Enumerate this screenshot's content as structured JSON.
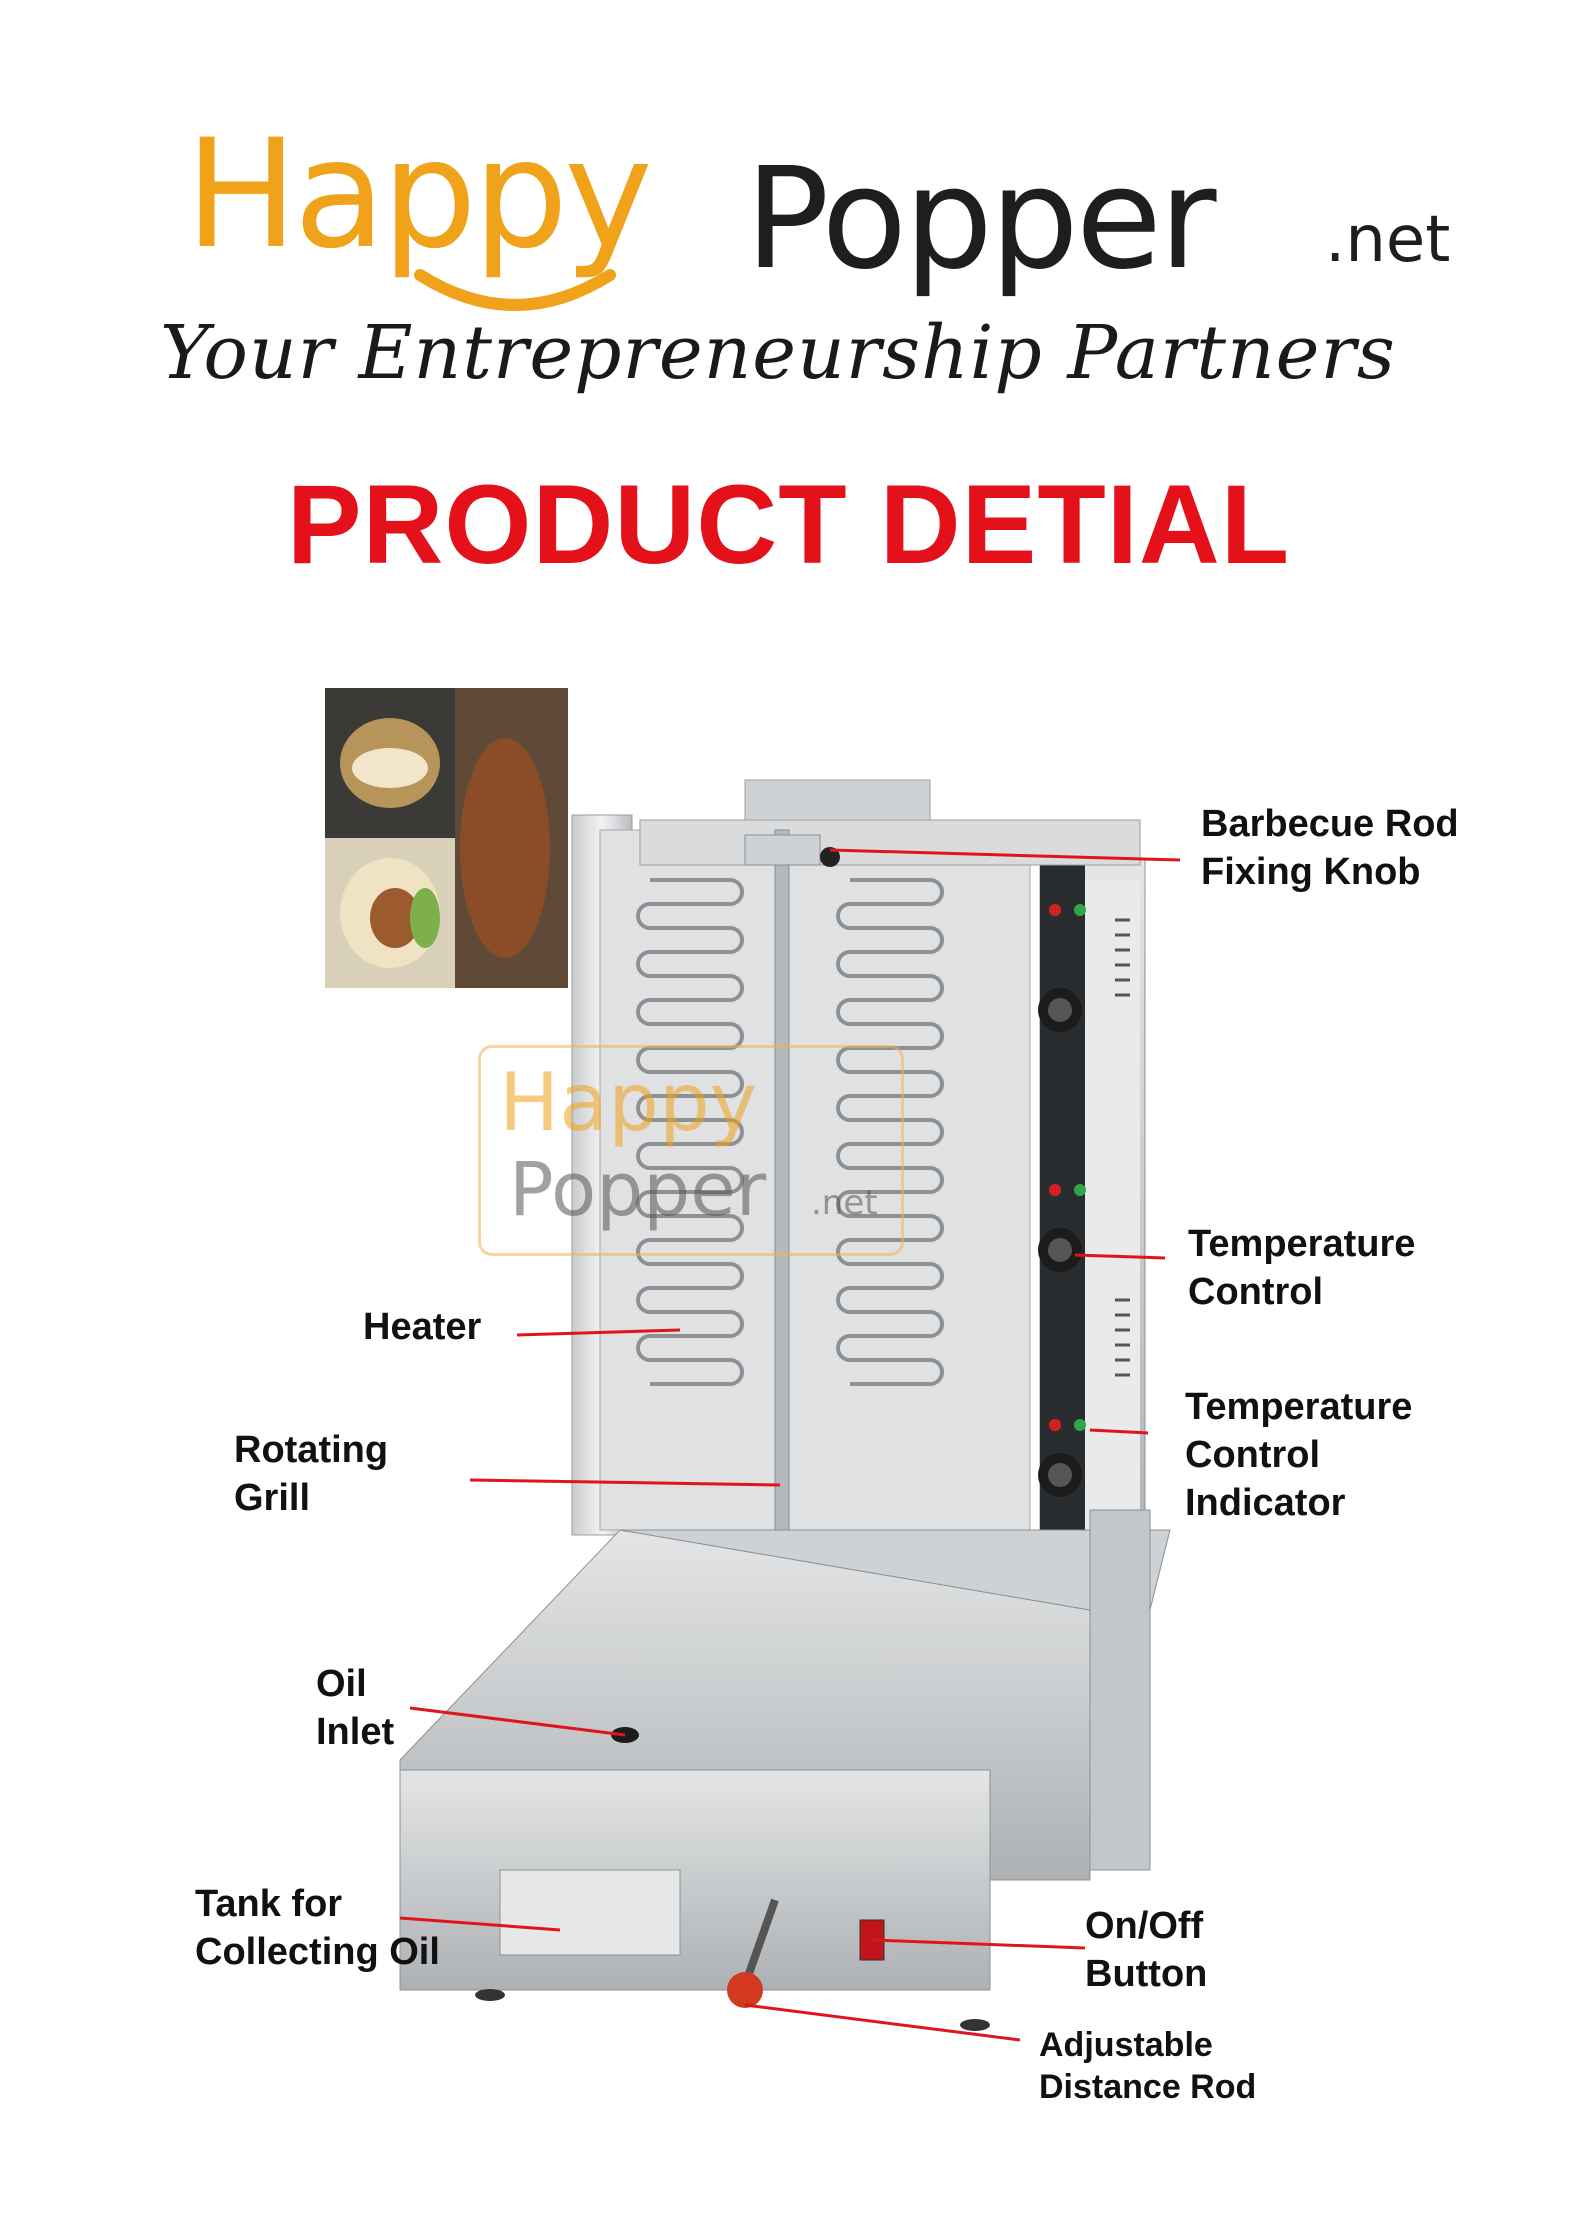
{
  "brand": {
    "name_part1": "Happy",
    "name_part2": "Popper",
    "domain_suffix": ".net",
    "tagline": "Your Entrepreneurship Partners",
    "colors": {
      "orange": "#f0a21a",
      "dark": "#1e1e1e"
    }
  },
  "title": "PRODUCT DETIAL",
  "title_color": "#e4111b",
  "watermark": {
    "line1": "Happy",
    "line2": "Popper",
    "suffix": ".net"
  },
  "callouts": {
    "barbecue_rod": "Barbecue Rod\nFixing Knob",
    "temperature_control": "Temperature\nControl",
    "temperature_indicator": "Temperature\nControl\nIndicator",
    "heater": "Heater",
    "rotating_grill": "Rotating\nGrill",
    "oil_inlet": "Oil\nInlet",
    "oil_tank": "Tank for\nCollecting Oil",
    "on_off": "On/Off\nButton",
    "distance_rod": "Adjustable\nDistance Rod"
  }
}
